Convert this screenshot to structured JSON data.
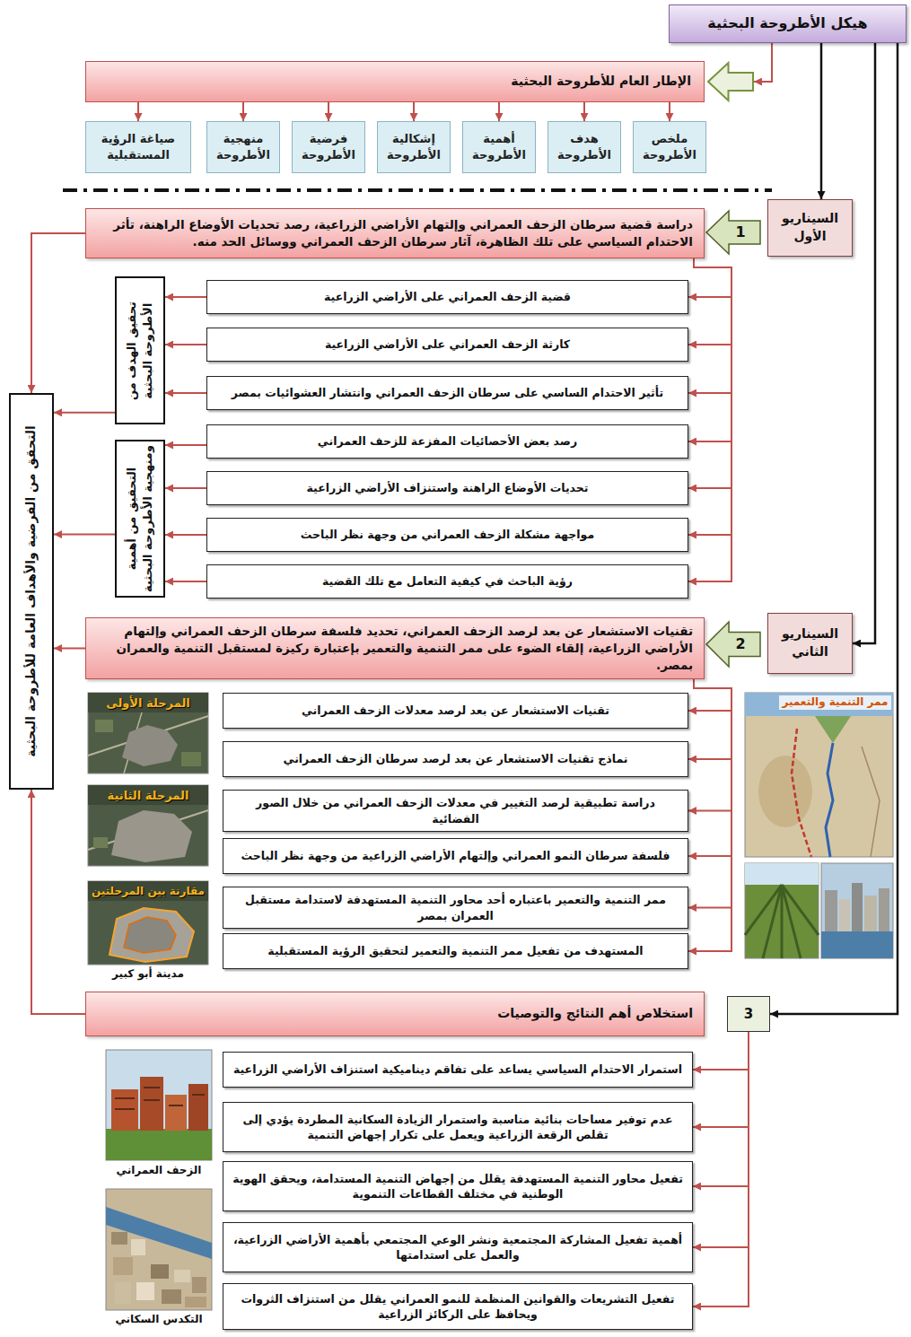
{
  "diagram": {
    "nodes": [
      {
        "text": [
          "هيكل الأطروحة البحثية"
        ]
      },
      {
        "text": [
          "الإطار العام للأطروحة البحثية"
        ]
      },
      {
        "text": [
          "ملخص الأطروحة"
        ]
      },
      {
        "text": [
          "هدف الأطروحة"
        ]
      },
      {
        "text": [
          "أهمية الأطروحة"
        ]
      },
      {
        "text": [
          "إشكالية الأطروحة"
        ]
      },
      {
        "text": [
          "فرضية الأطروحة"
        ]
      },
      {
        "text": [
          "منهجية الأطروحة"
        ]
      },
      {
        "text": [
          "صياغة الرؤية المستقبلية"
        ]
      },
      {
        "text": [
          "السيناريو الأول"
        ]
      },
      {
        "text": [
          "1"
        ]
      },
      {
        "text": [
          "دراسة قضية سرطان الزحف العمراني وإلتهام الأراضي الزراعية، رصد تحديات الأوضاع الراهنة، تأثر الاحتدام السياسي على تلك الظاهرة، آثار سرطان الزحف العمراني ووسائل الحد منه."
        ]
      },
      {
        "text": [
          "قضية الزحف العمراني على الأراضي الزراعية"
        ]
      },
      {
        "text": [
          "كارثة الزحف العمراني على الأراضي الزراعية"
        ]
      },
      {
        "text": [
          "تأثير الاحتدام الساسي على سرطان الزحف العمراني وانتشار العشوائيات بمصر"
        ]
      },
      {
        "text": [
          "رصد بعض الأحصائيات المفزعة للزحف العمراني"
        ]
      },
      {
        "text": [
          "تحديات الأوضاع الراهنة واستنزاف الأراضي الزراعية"
        ]
      },
      {
        "text": [
          "مواجهة مشكلة الزحف العمراني من وجهة نظر الباحث"
        ]
      },
      {
        "text": [
          "رؤية الباحث في كيفية التعامل مع تلك القضية"
        ]
      },
      {
        "text": [
          "تحقيق الهدف من الأطروحة البحثية"
        ]
      },
      {
        "text": [
          "التحقيق من أهمية ومنهجية الأطروحة البحثية"
        ]
      },
      {
        "text": [
          "التحقق من الفرضية والأهداف العامة للأطروحة البحثية"
        ]
      },
      {
        "text": [
          "السيناريو الثاني"
        ]
      },
      {
        "text": [
          "2"
        ]
      },
      {
        "text": [
          "تقنيات الاستشعار عن بعد لرصد الزحف العمراني، تحديد فلسفة سرطان الزحف العمراني وإلتهام الأراضي الزراعية، إلقاء الضوء على ممر التنمية والتعمير بإعتبارة ركيزة لمستقبل التنمية والعمران بمصر."
        ]
      },
      {
        "text": [
          "تقنيات الاستشعار عن بعد لرصد معدلات الزحف العمراني"
        ]
      },
      {
        "text": [
          "نماذج تقنيات الاستشعار عن بعد لرصد سرطان الزحف العمراني"
        ]
      },
      {
        "text": [
          "دراسة تطبيقية لرصد التغيير في معدلات الزحف العمراني من خلال الصور الفضائية"
        ]
      },
      {
        "text": [
          "فلسفة سرطان النمو العمراني وإلتهام الأراضي الزراعية من وجهة نظر الباحث"
        ]
      },
      {
        "text": [
          "ممر التنمية والتعمير باعتباره أحد محاور التنمية المستهدفة لاستدامة مستقبل العمران بمصر"
        ]
      },
      {
        "text": [
          "المستهدف من تفعيل ممر التنمية والتعمير لتحقيق الرؤية المستقبلية"
        ]
      },
      {
        "text": [
          "3"
        ]
      },
      {
        "text": [
          "استخلاص أهم النتائج والتوصيات"
        ]
      },
      {
        "text": [
          "استمرار الاحتدام السياسي يساعد على تفاقم ديناميكية استنزاف الأراضي الزراعية"
        ]
      },
      {
        "text": [
          "عدم توفير مساحات بنائية مناسبة واستمرار الزيادة السكانية المطردة يؤدي إلى تقلص الرقعة الزراعية ويعمل على تكرار إجهاض التنمية"
        ]
      },
      {
        "text": [
          "تفعيل محاور التنمية المستهدفة يقلل من إجهاض التنمية المستدامة، ويحقق الهوية الوطنية في مختلف القطاعات التنموية"
        ]
      },
      {
        "text": [
          "أهمية تفعيل المشاركة المجتمعية ونشر الوعي المجتمعي بأهمية الأراضي الزراعية، والعمل على استدامتها"
        ]
      },
      {
        "text": [
          "تفعيل التشريعات والقوانين المنظمة للنمو العمراني يقلل من استنزاف الثروات ويحافظ على الركائز الزراعية"
        ]
      }
    ],
    "edges": [
      {
        "from": 0,
        "to": 1,
        "arrow": "to"
      },
      {
        "from": 1,
        "to": 2,
        "arrow": "to"
      },
      {
        "from": 1,
        "to": 3,
        "arrow": "to"
      },
      {
        "from": 1,
        "to": 4,
        "arrow": "to"
      },
      {
        "from": 1,
        "to": 5,
        "arrow": "to"
      },
      {
        "from": 1,
        "to": 6,
        "arrow": "to"
      },
      {
        "from": 1,
        "to": 7,
        "arrow": "to"
      },
      {
        "from": 1,
        "to": 8,
        "arrow": "to"
      },
      {
        "from": 0,
        "to": 9,
        "arrow": "to"
      },
      {
        "from": 0,
        "to": 22,
        "arrow": "to"
      },
      {
        "from": 0,
        "to": 31,
        "arrow": "to"
      },
      {
        "from": 11,
        "to": 12,
        "arrow": "to"
      },
      {
        "from": 11,
        "to": 13,
        "arrow": "to"
      },
      {
        "from": 11,
        "to": 14,
        "arrow": "to"
      },
      {
        "from": 11,
        "to": 15,
        "arrow": "to"
      },
      {
        "from": 11,
        "to": 16,
        "arrow": "to"
      },
      {
        "from": 11,
        "to": 17,
        "arrow": "to"
      },
      {
        "from": 11,
        "to": 18,
        "arrow": "to"
      },
      {
        "from": 12,
        "to": 19,
        "arrow": "to"
      },
      {
        "from": 13,
        "to": 19,
        "arrow": "to"
      },
      {
        "from": 14,
        "to": 19,
        "arrow": "to"
      },
      {
        "from": 15,
        "to": 20,
        "arrow": "to"
      },
      {
        "from": 16,
        "to": 20,
        "arrow": "to"
      },
      {
        "from": 17,
        "to": 20,
        "arrow": "to"
      },
      {
        "from": 18,
        "to": 20,
        "arrow": "to"
      },
      {
        "from": 19,
        "to": 21,
        "arrow": "to"
      },
      {
        "from": 20,
        "to": 21,
        "arrow": "to"
      },
      {
        "from": 11,
        "to": 21,
        "arrow": "to"
      },
      {
        "from": 24,
        "to": 21,
        "arrow": "to"
      },
      {
        "from": 32,
        "to": 21,
        "arrow": "to"
      },
      {
        "from": 24,
        "to": 25,
        "arrow": "to"
      },
      {
        "from": 24,
        "to": 26,
        "arrow": "to"
      },
      {
        "from": 24,
        "to": 27,
        "arrow": "to"
      },
      {
        "from": 24,
        "to": 28,
        "arrow": "to"
      },
      {
        "from": 24,
        "to": 29,
        "arrow": "to"
      },
      {
        "from": 24,
        "to": 30,
        "arrow": "to"
      },
      {
        "from": 31,
        "to": 33,
        "arrow": "to"
      },
      {
        "from": 31,
        "to": 34,
        "arrow": "to"
      },
      {
        "from": 31,
        "to": 35,
        "arrow": "to"
      },
      {
        "from": 31,
        "to": 36,
        "arrow": "to"
      },
      {
        "from": 31,
        "to": 37,
        "arrow": "to"
      }
    ],
    "labels": [
      "المرحلة الأولى",
      "المرحلة الثانية",
      "مقارنة بين المرحلتين",
      "مدينة أبو كبير",
      "ممر التنمية والتعمير",
      "الزحف العمراني",
      "التكدس السكاني"
    ]
  }
}
